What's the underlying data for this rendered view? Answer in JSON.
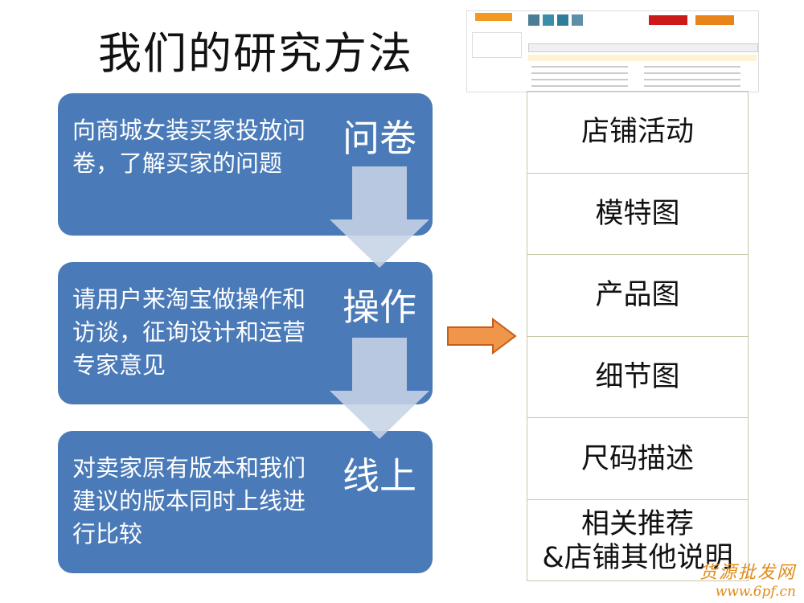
{
  "title": "我们的研究方法",
  "steps": [
    {
      "heading": "问卷",
      "description": "向商城女装买家投放问卷，了解买家的问题"
    },
    {
      "heading": "操作",
      "description": "请用户来淘宝做操作和访谈，征询设计和运营专家意见"
    },
    {
      "heading": "线上",
      "description": "对卖家原有版本和我们建议的版本同时上线进行比较"
    }
  ],
  "page_sections": [
    "店铺活动",
    "模特图",
    "产品图",
    "细节图",
    "尺码描述",
    "相关推荐\n&店铺其他说明"
  ],
  "watermark": {
    "line1": "货源批发网",
    "line2": "www.6pf.cn"
  },
  "colors": {
    "card": "#4a7ab8",
    "arrow_down": "#c7d3e6",
    "arrow_right": "#f0964a",
    "arrow_right_stroke": "#c65e1a"
  }
}
